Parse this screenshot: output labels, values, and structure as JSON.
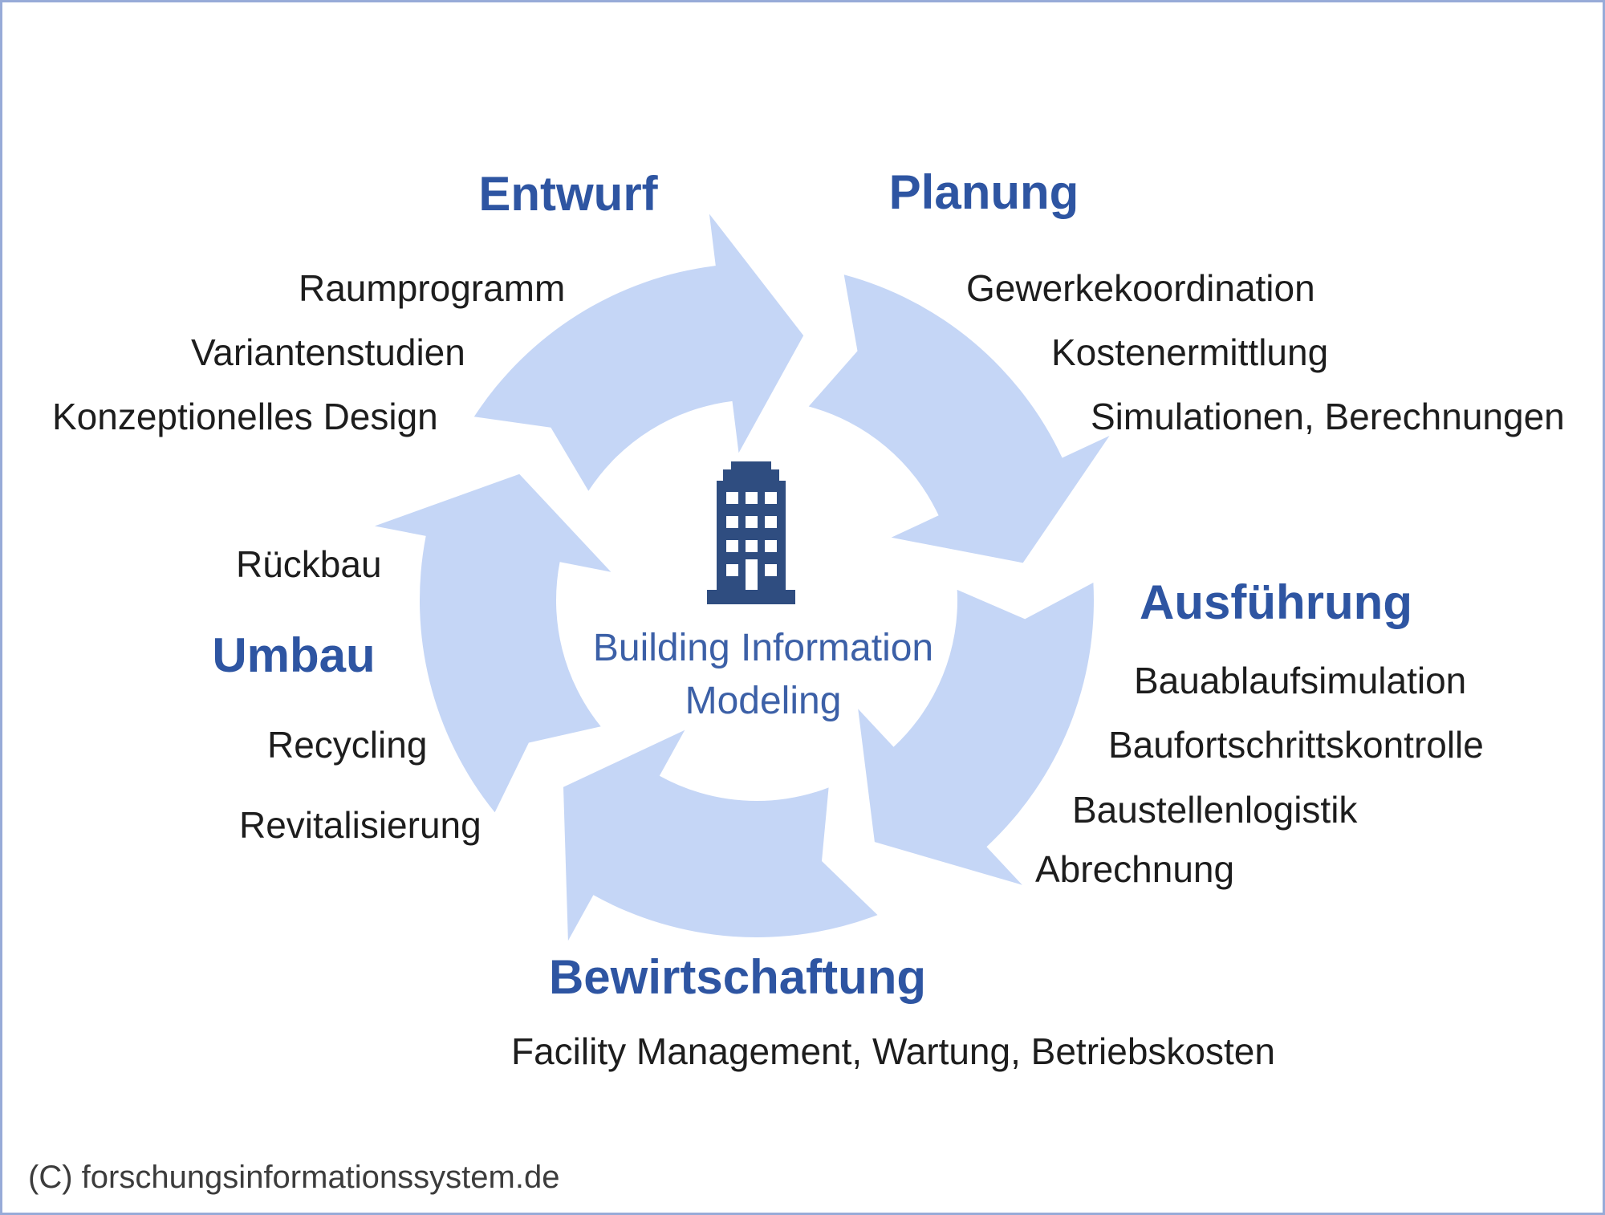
{
  "colors": {
    "frame_border": "#97abd8",
    "background": "#ffffff",
    "arrow": "#c5d6f6",
    "heading": "#2e55a2",
    "item_text": "#1d1d1d",
    "icon": "#2f4d80",
    "center_text": "#3c60a7",
    "copyright_text": "#3c3c3c"
  },
  "center": {
    "line1": "Building Information",
    "line2": "Modeling"
  },
  "sections": {
    "entwurf": {
      "title": "Entwurf",
      "items": [
        "Raumprogramm",
        "Variantenstudien",
        "Konzeptionelles Design"
      ]
    },
    "planung": {
      "title": "Planung",
      "items": [
        "Gewerkekoordination",
        "Kostenermittlung",
        "Simulationen, Berechnungen"
      ]
    },
    "ausfuehrung": {
      "title": "Ausführung",
      "items": [
        "Bauablaufsimulation",
        "Baufortschrittskontrolle",
        "Baustellenlogistik",
        "Abrechnung"
      ]
    },
    "bewirtschaftung": {
      "title": "Bewirtschaftung",
      "items": [
        "Facility Management, Wartung, Betriebskosten"
      ]
    },
    "umbau": {
      "title": "Umbau",
      "items": [
        "Rückbau",
        "Recycling",
        "Revitalisierung"
      ]
    }
  },
  "footer": {
    "copyright": "(C) forschungsinformationssystem.de"
  }
}
